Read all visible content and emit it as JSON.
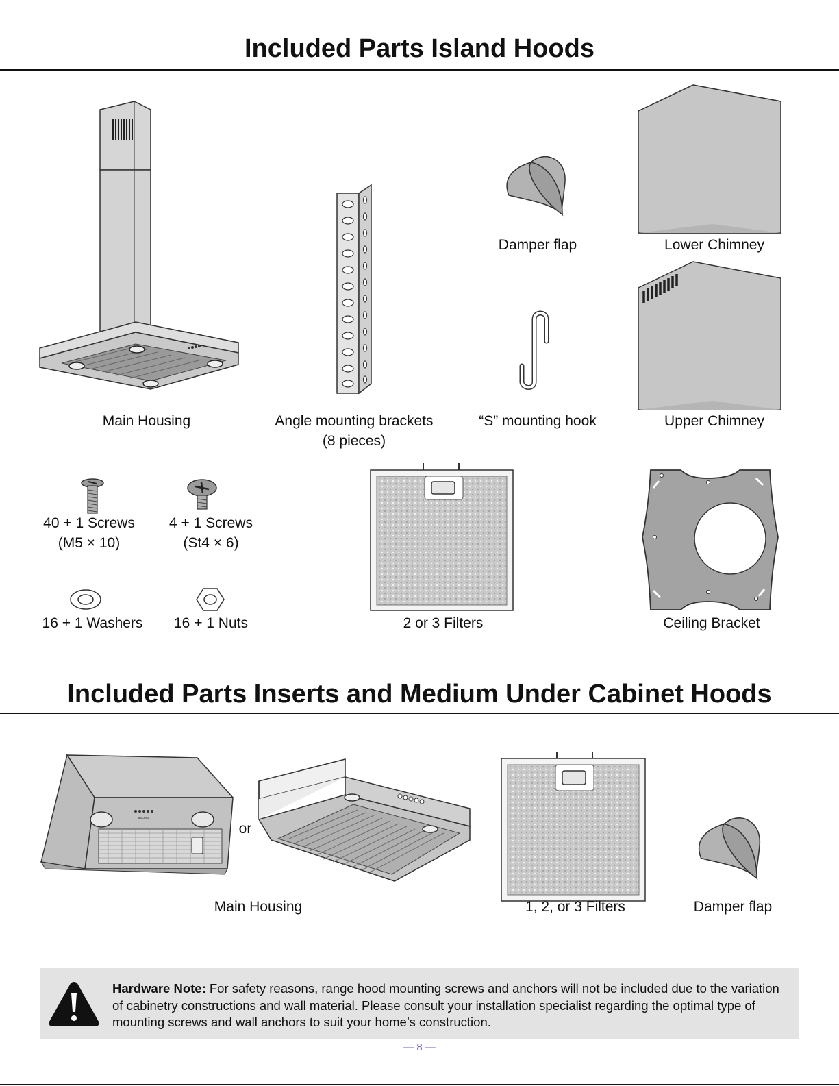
{
  "section1": {
    "title": "Included Parts Island Hoods",
    "parts": {
      "main_housing": "Main Housing",
      "angle_brackets": "Angle mounting brackets",
      "angle_brackets_qty": "(8 pieces)",
      "damper_flap": "Damper flap",
      "lower_chimney": "Lower Chimney",
      "s_hook": "“S” mounting hook",
      "upper_chimney": "Upper Chimney",
      "screws_a": "40 + 1 Screws",
      "screws_a_size": "(M5 × 10)",
      "screws_b": "4 + 1 Screws",
      "screws_b_size": "(St4 × 6)",
      "washers": "16 + 1 Washers",
      "nuts": "16 + 1 Nuts",
      "filters": "2 or 3 Filters",
      "ceiling_bracket": "Ceiling Bracket"
    }
  },
  "section2": {
    "title": "Included Parts Inserts and Medium Under Cabinet Hoods",
    "or_label": "or",
    "main_housing": "Main Housing",
    "filters": "1, 2, or 3 Filters",
    "damper_flap": "Damper flap",
    "insert_brand": "ancona"
  },
  "hardware_note": {
    "label": "Hardware Note:",
    "text": "For safety reasons, range hood mounting screws and anchors will not be included due to the variation of cabinetry constructions and wall material. Please consult your installation specialist regarding the optimal type of mounting screws and wall anchors to suit your home’s construction."
  },
  "page_number": "— 8 —"
}
